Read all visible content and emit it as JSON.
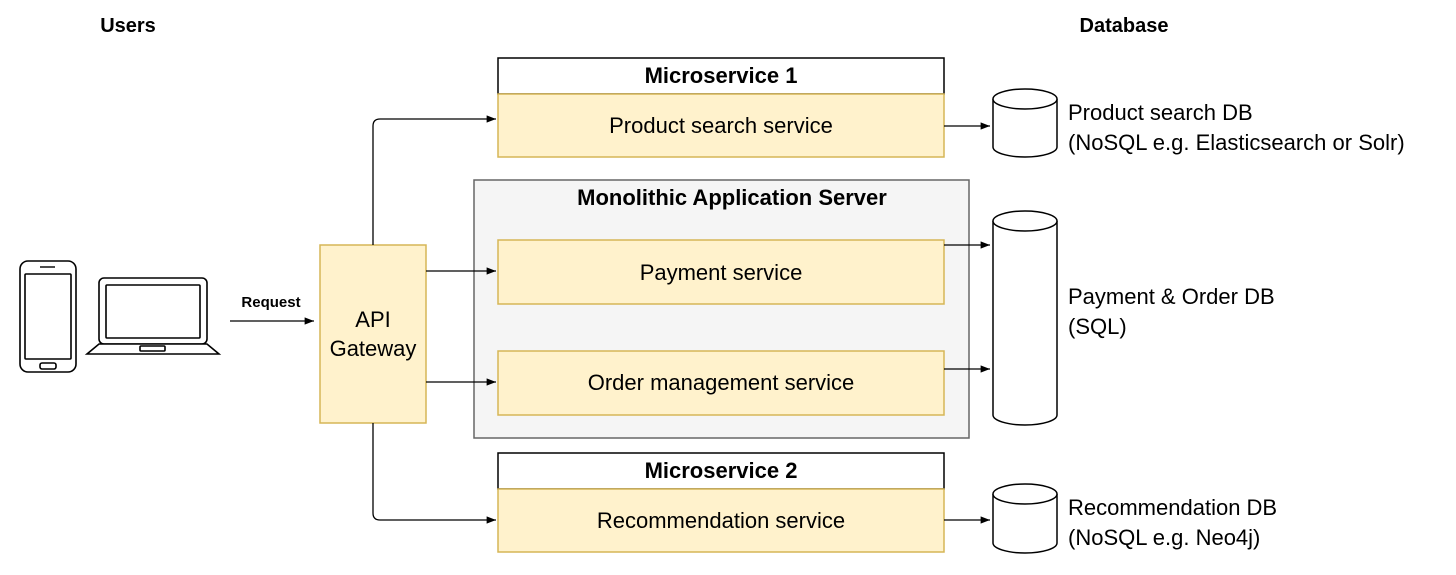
{
  "headers": {
    "users": "Users",
    "database": "Database"
  },
  "api_gateway": {
    "line1": "API",
    "line2": "Gateway"
  },
  "request_label": "Request",
  "microservice1": {
    "title": "Microservice 1",
    "service": "Product search service"
  },
  "monolith": {
    "title": "Monolithic Application Server",
    "payment": "Payment service",
    "order": "Order management service"
  },
  "microservice2": {
    "title": "Microservice 2",
    "service": "Recommendation service"
  },
  "databases": {
    "product": {
      "line1": "Product search DB",
      "line2": "(NoSQL e.g. Elasticsearch or Solr)"
    },
    "payment": {
      "line1": "Payment & Order DB",
      "line2": "(SQL)"
    },
    "recommendation": {
      "line1": "Recommendation DB",
      "line2": "(NoSQL e.g. Neo4j)"
    }
  },
  "colors": {
    "service_fill": "#fff2cc",
    "service_stroke": "#d6b656",
    "monolith_fill": "#f5f5f5",
    "monolith_stroke": "#666666"
  },
  "icons": [
    "smartphone-icon",
    "laptop-icon",
    "database-cylinder-icon"
  ]
}
